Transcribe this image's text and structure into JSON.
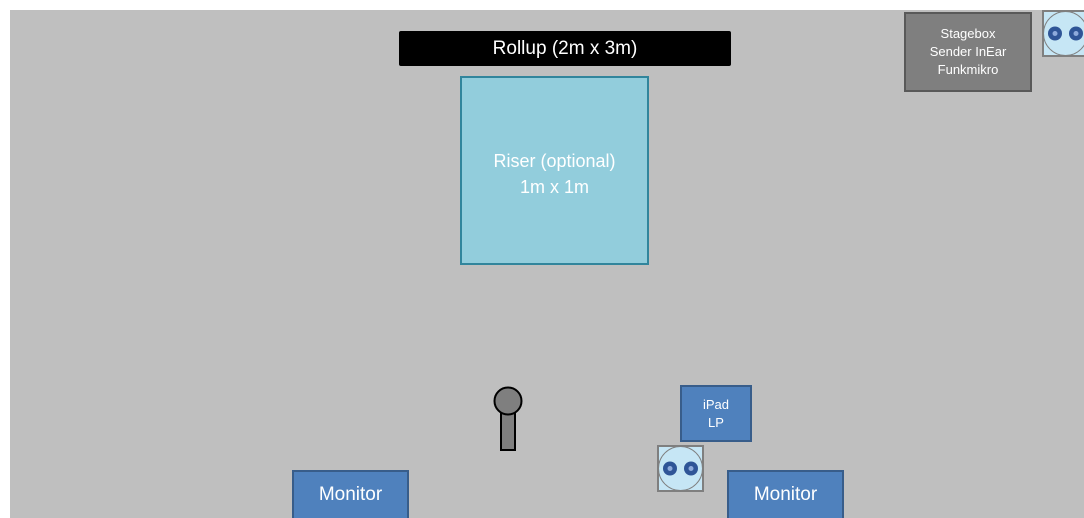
{
  "rollup": {
    "label": "Rollup (2m x 3m)"
  },
  "riser": {
    "line1": "Riser (optional)",
    "line2": "1m x 1m"
  },
  "stagebox": {
    "line1": "Stagebox",
    "line2": "Sender InEar",
    "line3": "Funkmikro"
  },
  "ipad": {
    "line1": "iPad",
    "line2": "LP"
  },
  "monitors": {
    "left": "Monitor",
    "right": "Monitor"
  },
  "colors": {
    "stage": "#bfbfbf",
    "rollup": "#000000",
    "riser": "#92cddc",
    "stagebox": "#7f7f7f",
    "blue_boxes": "#4f81bd",
    "outlet": "#c6e6f5"
  },
  "icons": {
    "outlet": "power-outlet-icon",
    "microphone": "microphone-icon"
  }
}
